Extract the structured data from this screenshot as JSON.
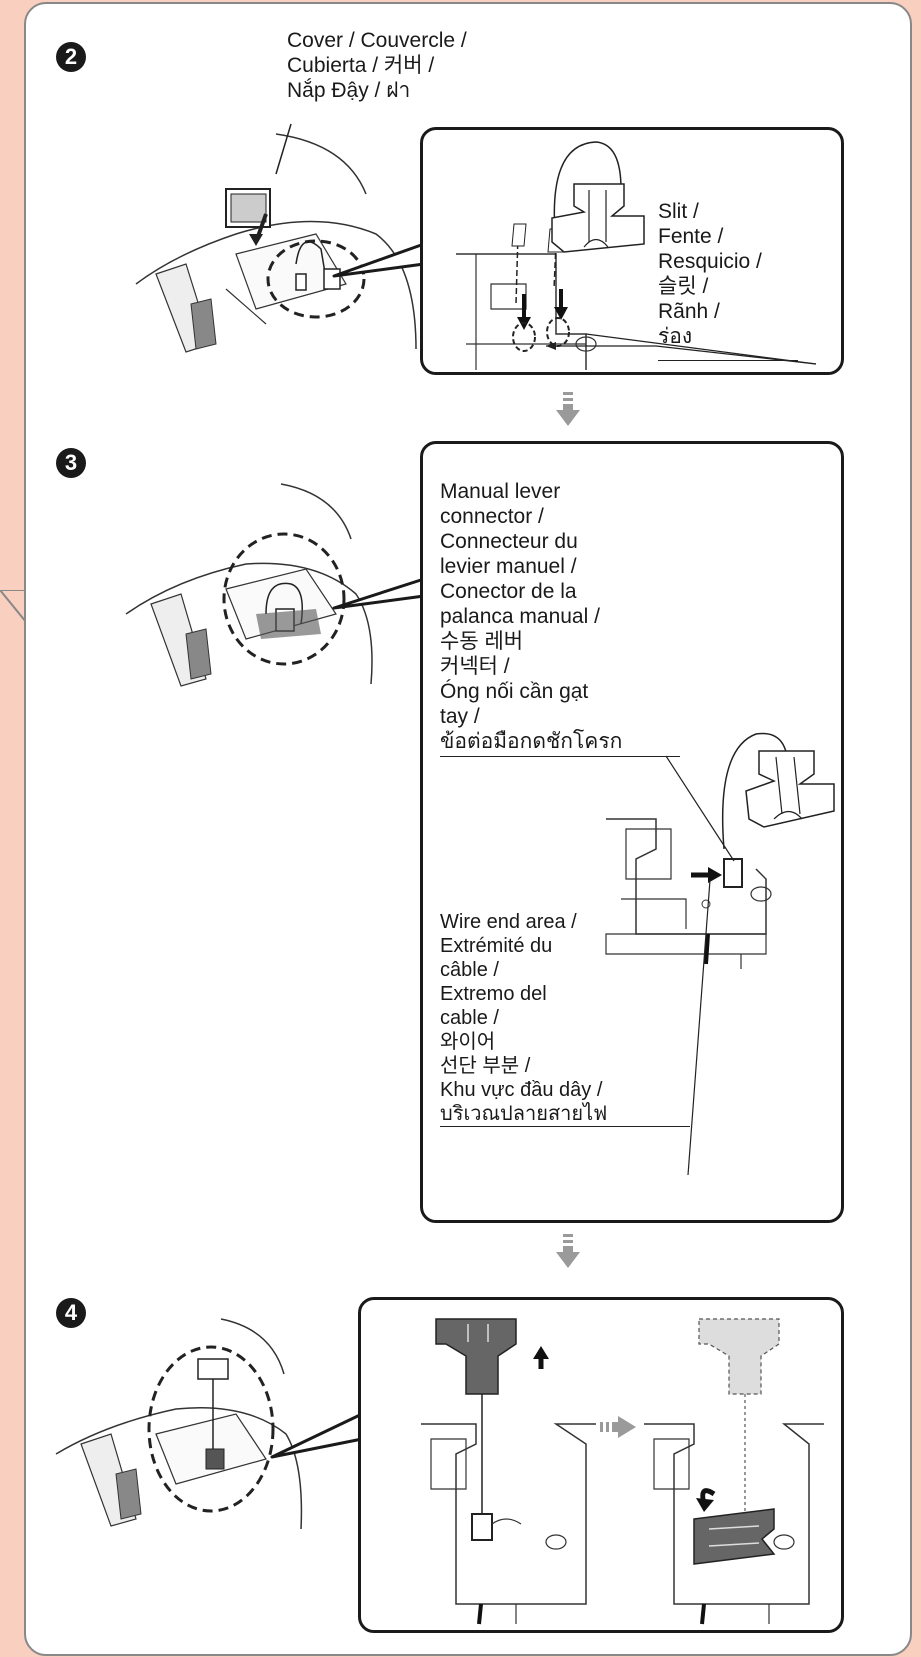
{
  "steps": [
    {
      "number": "2",
      "label_cover": [
        "Cover / Couvercle /",
        "Cubierta / 커버 /",
        "Nắp Đậy /  ฝา"
      ],
      "label_slit": [
        "Slit /",
        "Fente /",
        "Resquicio /",
        "슬릿 /",
        "Rãnh /",
        "ร่อง"
      ]
    },
    {
      "number": "3",
      "label_connector": [
        "Manual lever",
        "connector /",
        "Connecteur du",
        "levier manuel /",
        "Conector de la",
        "palanca manual /",
        "수동 레버",
        "커넥터 /",
        "Óng nối cần gạt",
        "tay /",
        "ข้อต่อมือกดชักโครก"
      ],
      "label_wire": [
        "Wire end area /",
        "Extrémité du",
        "câble /",
        "Extremo del",
        "cable /",
        "와이어",
        "선단 부분 /",
        "Khu vực đầu dây /",
        "บริเวณปลายสายไฟ"
      ]
    },
    {
      "number": "4"
    }
  ],
  "colors": {
    "page_bg": "#f9cfc0",
    "panel_bg": "#ffffff",
    "line": "#1a1a1a",
    "arrow_gray": "#9a9a9a"
  }
}
